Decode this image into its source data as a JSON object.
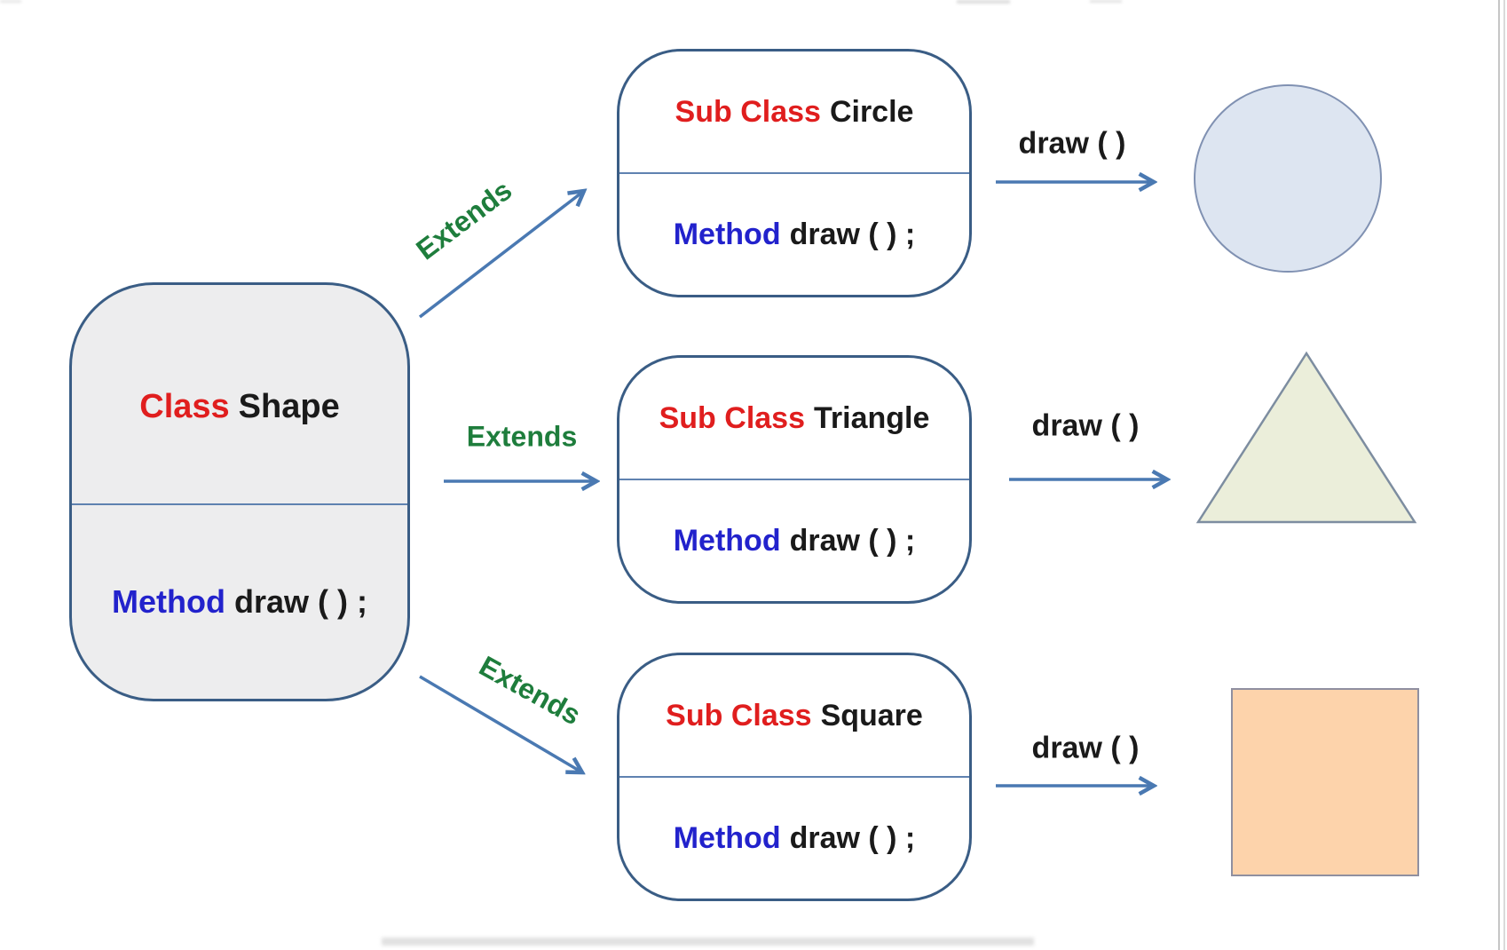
{
  "diagram": {
    "base_class": {
      "keyword": "Class",
      "name": "Shape",
      "method_keyword": "Method",
      "method_signature": "draw ( ) ;"
    },
    "subclasses": [
      {
        "keyword": "Sub Class",
        "name": "Circle",
        "method_keyword": "Method",
        "method_signature": "draw ( ) ;",
        "relation_label": "Extends",
        "call_label": "draw ( )",
        "result_shape": "circle"
      },
      {
        "keyword": "Sub Class",
        "name": "Triangle",
        "method_keyword": "Method",
        "method_signature": "draw ( ) ;",
        "relation_label": "Extends",
        "call_label": "draw ( )",
        "result_shape": "triangle"
      },
      {
        "keyword": "Sub Class",
        "name": "Square",
        "method_keyword": "Method",
        "method_signature": "draw ( ) ;",
        "relation_label": "Extends",
        "call_label": "draw ( )",
        "result_shape": "square"
      }
    ],
    "colors": {
      "class_keyword_red": "#e01e1e",
      "method_keyword_blue": "#2222cc",
      "extends_green": "#1e7d3c",
      "arrow_blue": "#4a79b2",
      "box_border": "#3a5d85",
      "box_divider": "#5f82b0",
      "base_box_fill": "#ededee",
      "sub_box_fill": "#ffffff",
      "circle_fill": "#dde5f1",
      "circle_stroke": "#8091b2",
      "triangle_fill": "#ebeeda",
      "triangle_stroke": "#7d8da0",
      "square_fill": "#fdd3ab",
      "square_stroke": "#8f8fa0"
    }
  }
}
